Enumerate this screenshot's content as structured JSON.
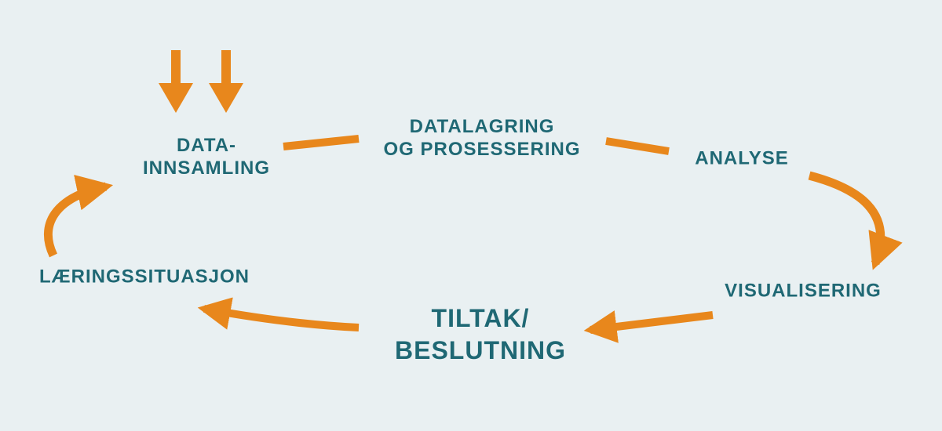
{
  "colors": {
    "background": "#E9F0F2",
    "orange": "#E8871C",
    "teal": "#1F6874"
  },
  "diagram": {
    "nodes": {
      "datainnsamling": {
        "line1": "DATA-",
        "line2": "INNSAMLING"
      },
      "datalagring": {
        "line1": "DATALAGRING",
        "line2": "OG PROSESSERING"
      },
      "analyse": {
        "label": "ANALYSE"
      },
      "visualisering": {
        "label": "VISUALISERING"
      },
      "tiltak": {
        "line1": "TILTAK/",
        "line2": "BESLUTNING"
      },
      "laeringssituasjon": {
        "label": "LÆRINGSSITUASJON"
      }
    },
    "flow": [
      {
        "from": "external-input",
        "to": "datainnsamling",
        "style": "two-down-arrows"
      },
      {
        "from": "datainnsamling",
        "to": "datalagring",
        "style": "line-connector"
      },
      {
        "from": "datalagring",
        "to": "analyse",
        "style": "line-connector"
      },
      {
        "from": "analyse",
        "to": "visualisering",
        "style": "curved-arrow"
      },
      {
        "from": "visualisering",
        "to": "tiltak",
        "style": "straight-arrow"
      },
      {
        "from": "tiltak",
        "to": "laeringssituasjon",
        "style": "straight-arrow"
      },
      {
        "from": "laeringssituasjon",
        "to": "datainnsamling",
        "style": "curved-arrow"
      }
    ]
  }
}
